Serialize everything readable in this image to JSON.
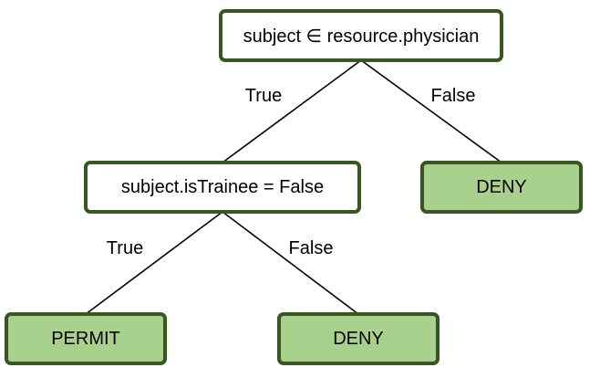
{
  "diagram": {
    "colors": {
      "node_border": "#375623",
      "condition_fill": "#ffffff",
      "outcome_fill": "#a9d18e",
      "edge": "#000000"
    },
    "nodes": {
      "root": {
        "text": "subject ∈ resource.physician"
      },
      "trainee_check": {
        "text": "subject.isTrainee = False"
      },
      "deny_right": {
        "text": "DENY"
      },
      "permit": {
        "text": "PERMIT"
      },
      "deny_bottom": {
        "text": "DENY"
      }
    },
    "edges": {
      "root_true": {
        "label": "True"
      },
      "root_false": {
        "label": "False"
      },
      "trainee_true": {
        "label": "True"
      },
      "trainee_false": {
        "label": "False"
      }
    }
  }
}
